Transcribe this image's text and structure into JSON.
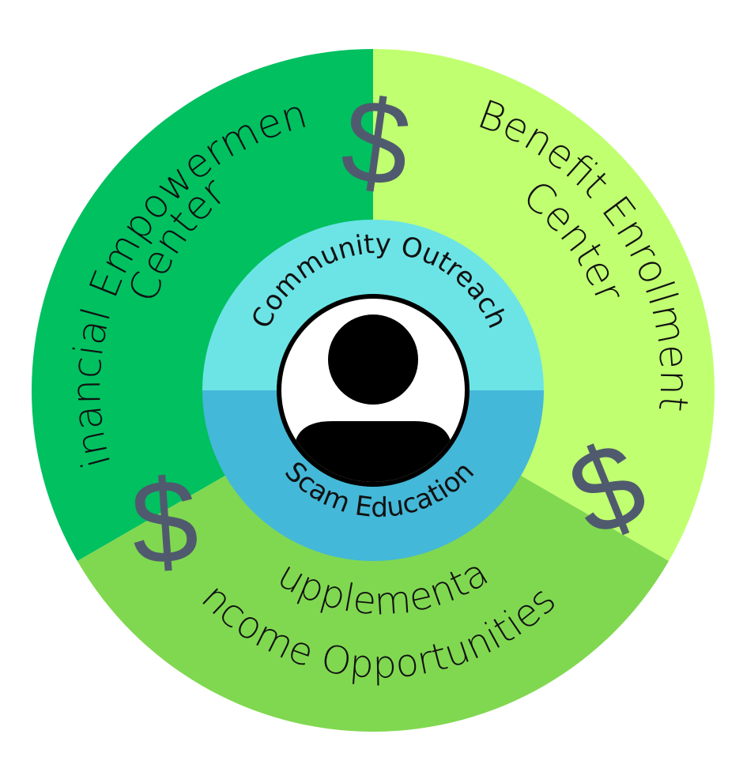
{
  "diagram": {
    "segments": [
      {
        "key": "financial",
        "label_line1": "Financial Empowerment",
        "label_line2": "Center",
        "color": "#00c060"
      },
      {
        "key": "benefit",
        "label_line1": "Benefit Enrollment",
        "label_line2": "Center",
        "color": "#c0ff70"
      },
      {
        "key": "supplemental",
        "label_line1": "Supplemental",
        "label_line2": "Income Opportunities",
        "color": "#80d850"
      }
    ],
    "inner_ring": {
      "top_label": "Community Outreach",
      "bottom_label": "Scam Education",
      "top_color": "#6ce4e6",
      "bottom_color": "#44b8d8"
    },
    "icons": {
      "center": "person-avatar-icon",
      "separators": "dollar-sign-icon",
      "dollar_glyph": "$",
      "dollar_color": "#505a6e"
    }
  }
}
